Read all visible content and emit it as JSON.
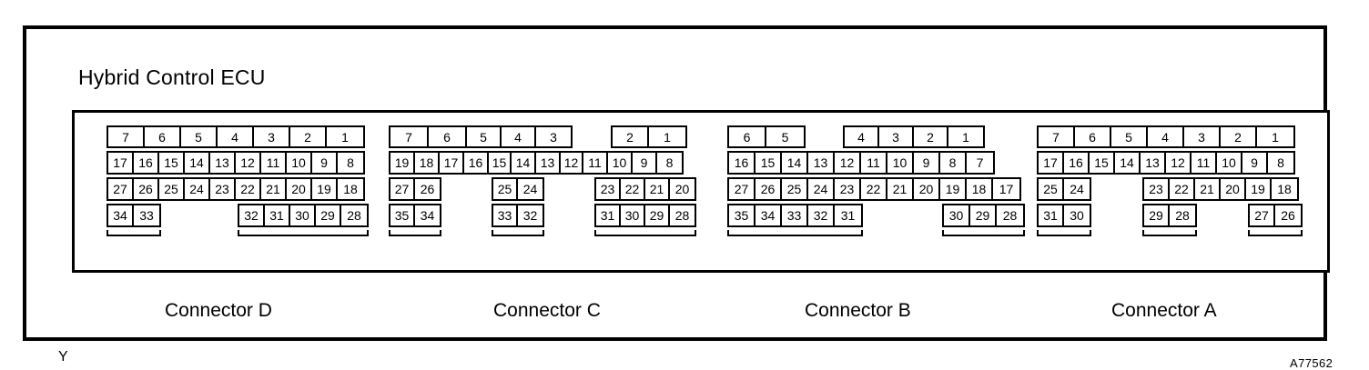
{
  "diagram": {
    "title": "Hybrid Control ECU",
    "figure_code": "A77562",
    "corner_mark": "Y",
    "connectors": [
      {
        "id": "D",
        "caption": "Connector D",
        "rows": [
          {
            "groups": [
              {
                "cells": [
                  "7",
                  "6",
                  "5",
                  "4",
                  "3",
                  "2",
                  "1"
                ],
                "widths": [
                  40,
                  40,
                  40,
                  40,
                  40,
                  40,
                  40
                ]
              }
            ]
          },
          {
            "groups": [
              {
                "cells": [
                  "17",
                  "16",
                  "15",
                  "14",
                  "13",
                  "12",
                  "11",
                  "10",
                  "9",
                  "8"
                ],
                "widths": [
                  28,
                  28,
                  28,
                  28,
                  28,
                  28,
                  28,
                  28,
                  28,
                  28
                ]
              }
            ]
          },
          {
            "groups": [
              {
                "cells": [
                  "27",
                  "26",
                  "25",
                  "24",
                  "23",
                  "22",
                  "21",
                  "20",
                  "19",
                  "18"
                ],
                "widths": [
                  28,
                  28,
                  28,
                  28,
                  28,
                  28,
                  28,
                  28,
                  28,
                  28
                ]
              }
            ]
          },
          {
            "groups": [
              {
                "cells": [
                  "34",
                  "33"
                ],
                "widths": [
                  28,
                  28
                ],
                "strip": true
              },
              {
                "gap": 84
              },
              {
                "cells": [
                  "32",
                  "31",
                  "30",
                  "29",
                  "28"
                ],
                "widths": [
                  28,
                  28,
                  28,
                  28,
                  28
                ],
                "strip": true
              }
            ]
          }
        ]
      },
      {
        "id": "C",
        "caption": "Connector C",
        "rows": [
          {
            "groups": [
              {
                "cells": [
                  "7",
                  "6",
                  "5",
                  "4",
                  "3"
                ],
                "widths": [
                  42,
                  42,
                  38,
                  38,
                  38
                ]
              },
              {
                "gap": 42
              },
              {
                "cells": [
                  "2",
                  "1"
                ],
                "widths": [
                  40,
                  40
                ]
              }
            ]
          },
          {
            "groups": [
              {
                "cells": [
                  "19",
                  "18",
                  "17",
                  "16",
                  "15",
                  "14",
                  "13",
                  "12",
                  "11",
                  "10",
                  "9",
                  "8"
                ],
                "widths": [
                  27,
                  27,
                  27,
                  27,
                  25,
                  27,
                  27,
                  25,
                  27,
                  27,
                  27,
                  27
                ]
              }
            ]
          },
          {
            "groups": [
              {
                "cells": [
                  "27",
                  "26"
                ],
                "widths": [
                  27,
                  27
                ]
              },
              {
                "gap": 55
              },
              {
                "cells": [
                  "25",
                  "24"
                ],
                "widths": [
                  27,
                  27
                ]
              },
              {
                "gap": 55
              },
              {
                "cells": [
                  "23",
                  "22",
                  "21",
                  "20"
                ],
                "widths": [
                  27,
                  27,
                  27,
                  27
                ]
              }
            ]
          },
          {
            "groups": [
              {
                "cells": [
                  "35",
                  "34"
                ],
                "widths": [
                  27,
                  27
                ],
                "strip": true
              },
              {
                "gap": 55
              },
              {
                "cells": [
                  "33",
                  "32"
                ],
                "widths": [
                  27,
                  27
                ],
                "strip": true
              },
              {
                "gap": 55
              },
              {
                "cells": [
                  "31",
                  "30",
                  "29",
                  "28"
                ],
                "widths": [
                  27,
                  27,
                  27,
                  27
                ],
                "strip": true
              }
            ]
          }
        ]
      },
      {
        "id": "B",
        "caption": "Connector B",
        "rows": [
          {
            "groups": [
              {
                "cells": [
                  "6",
                  "5"
                ],
                "widths": [
                  41,
                  41
                ]
              },
              {
                "gap": 41
              },
              {
                "cells": [
                  "4",
                  "3",
                  "2",
                  "1"
                ],
                "widths": [
                  38,
                  38,
                  38,
                  38
                ]
              }
            ]
          },
          {
            "groups": [
              {
                "cells": [
                  "16",
                  "15",
                  "14",
                  "13",
                  "12",
                  "11",
                  "10",
                  "9",
                  "8",
                  "7"
                ],
                "widths": [
                  29,
                  29,
                  29,
                  29,
                  29,
                  29,
                  29,
                  29,
                  29,
                  29
                ]
              }
            ]
          },
          {
            "groups": [
              {
                "cells": [
                  "27",
                  "26",
                  "25",
                  "24",
                  "23",
                  "22",
                  "21",
                  "20",
                  "19",
                  "18",
                  "17"
                ],
                "widths": [
                  29,
                  29,
                  29,
                  29,
                  29,
                  29,
                  29,
                  29,
                  29,
                  29,
                  29
                ]
              }
            ]
          },
          {
            "groups": [
              {
                "cells": [
                  "35",
                  "34",
                  "33",
                  "32",
                  "31"
                ],
                "widths": [
                  29,
                  29,
                  29,
                  29,
                  29
                ],
                "strip": true
              },
              {
                "gap": 87
              },
              {
                "cells": [
                  "30",
                  "29",
                  "28"
                ],
                "widths": [
                  29,
                  29,
                  29
                ],
                "strip": true
              }
            ]
          }
        ]
      },
      {
        "id": "A",
        "caption": "Connector A",
        "rows": [
          {
            "groups": [
              {
                "cells": [
                  "7",
                  "6",
                  "5",
                  "4",
                  "3",
                  "2",
                  "1"
                ],
                "widths": [
                  40,
                  40,
                  40,
                  40,
                  40,
                  40,
                  40
                ]
              }
            ]
          },
          {
            "groups": [
              {
                "cells": [
                  "17",
                  "16",
                  "15",
                  "14",
                  "13",
                  "12",
                  "11",
                  "10",
                  "9",
                  "8"
                ],
                "widths": [
                  28,
                  28,
                  28,
                  28,
                  28,
                  28,
                  28,
                  28,
                  28,
                  28
                ]
              }
            ]
          },
          {
            "groups": [
              {
                "cells": [
                  "25",
                  "24"
                ],
                "widths": [
                  28,
                  28
                ]
              },
              {
                "gap": 56
              },
              {
                "cells": [
                  "23",
                  "22",
                  "21",
                  "20",
                  "19",
                  "18"
                ],
                "widths": [
                  28,
                  28,
                  28,
                  28,
                  28,
                  28
                ]
              }
            ]
          },
          {
            "groups": [
              {
                "cells": [
                  "31",
                  "30"
                ],
                "widths": [
                  28,
                  28
                ],
                "strip": true
              },
              {
                "gap": 56
              },
              {
                "cells": [
                  "29",
                  "28"
                ],
                "widths": [
                  28,
                  28
                ],
                "strip": true
              },
              {
                "gap": 56
              },
              {
                "cells": [
                  "27",
                  "26"
                ],
                "widths": [
                  28,
                  28
                ],
                "strip": true
              }
            ]
          }
        ]
      }
    ]
  }
}
